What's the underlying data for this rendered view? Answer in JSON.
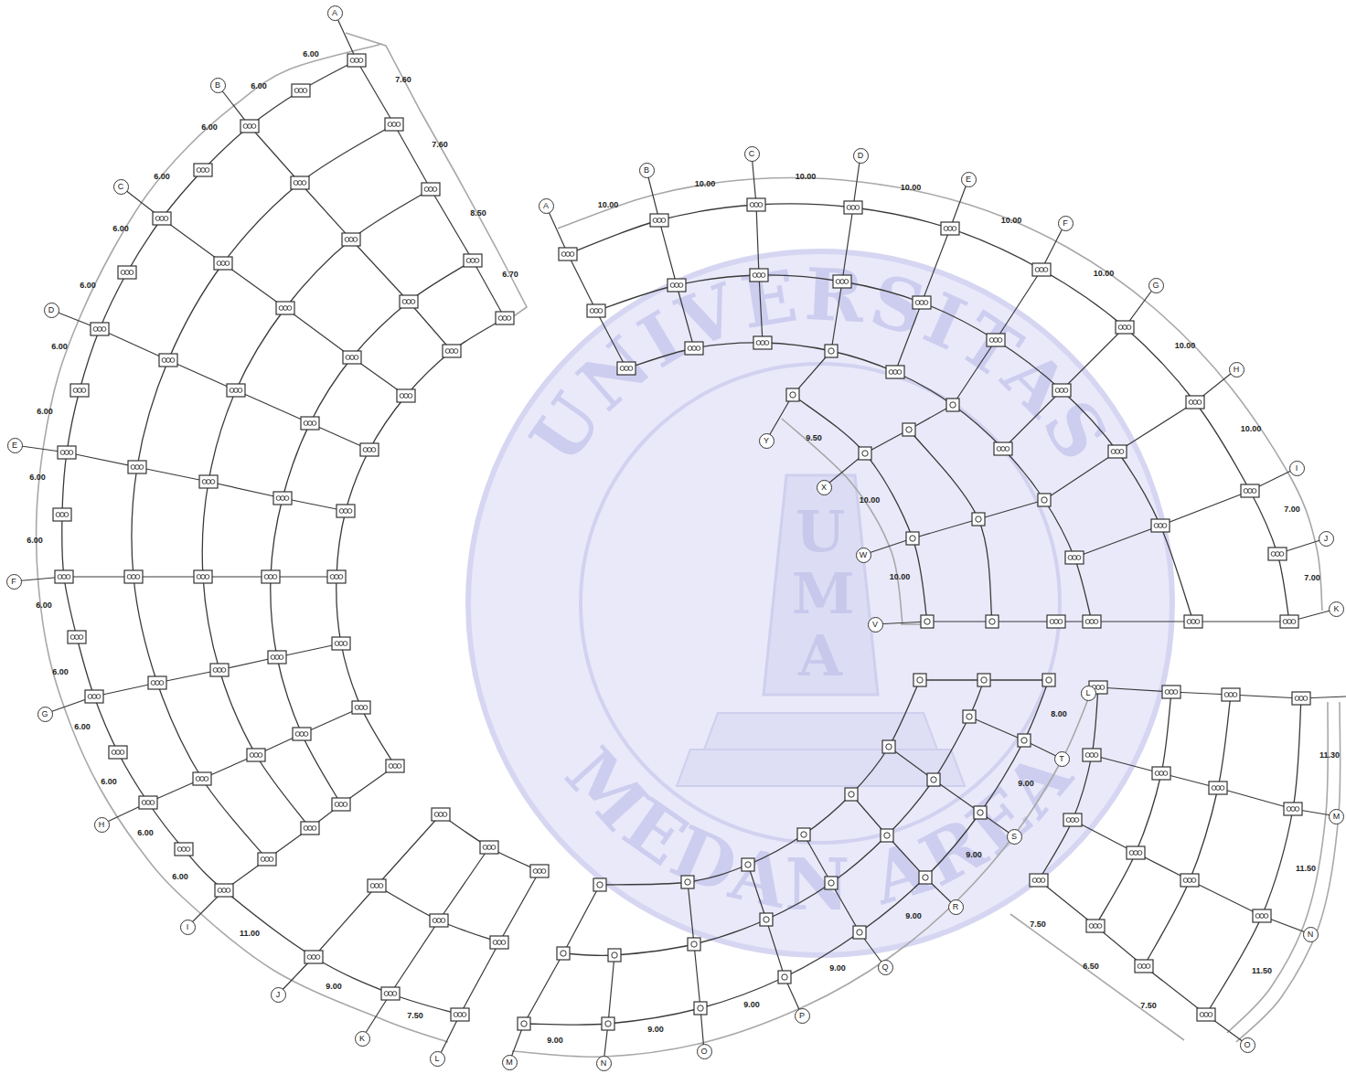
{
  "diagram": {
    "nodes": [
      {
        "text": [
          "A"
        ]
      },
      {
        "text": [
          "B"
        ]
      },
      {
        "text": [
          "C"
        ]
      },
      {
        "text": [
          "D"
        ]
      },
      {
        "text": [
          "E"
        ]
      },
      {
        "text": [
          "F"
        ]
      },
      {
        "text": [
          "G"
        ]
      },
      {
        "text": [
          "H"
        ]
      },
      {
        "text": [
          "I"
        ]
      },
      {
        "text": [
          "J"
        ]
      },
      {
        "text": [
          "K"
        ]
      },
      {
        "text": [
          "L"
        ]
      },
      {
        "text": [
          "A"
        ]
      },
      {
        "text": [
          "B"
        ]
      },
      {
        "text": [
          "C"
        ]
      },
      {
        "text": [
          "D"
        ]
      },
      {
        "text": [
          "E"
        ]
      },
      {
        "text": [
          "F"
        ]
      },
      {
        "text": [
          "G"
        ]
      },
      {
        "text": [
          "H"
        ]
      },
      {
        "text": [
          "I"
        ]
      },
      {
        "text": [
          "J"
        ]
      },
      {
        "text": [
          "K"
        ]
      },
      {
        "text": [
          "Y"
        ]
      },
      {
        "text": [
          "X"
        ]
      },
      {
        "text": [
          "W"
        ]
      },
      {
        "text": [
          "V"
        ]
      },
      {
        "text": [
          "M"
        ]
      },
      {
        "text": [
          "N"
        ]
      },
      {
        "text": [
          "O"
        ]
      },
      {
        "text": [
          "P"
        ]
      },
      {
        "text": [
          "Q"
        ]
      },
      {
        "text": [
          "R"
        ]
      },
      {
        "text": [
          "S"
        ]
      },
      {
        "text": [
          "T"
        ]
      },
      {
        "text": [
          "L"
        ]
      },
      {
        "text": [
          "M"
        ]
      },
      {
        "text": [
          "N"
        ]
      },
      {
        "text": [
          "O"
        ]
      }
    ],
    "labels": [
      "6.00",
      "6.00",
      "6.00",
      "6.00",
      "6.00",
      "6.00",
      "6.00",
      "6.00",
      "6.00",
      "6.00",
      "6.00",
      "6.00",
      "6.00",
      "6.00",
      "6.00",
      "6.00",
      "11.00",
      "9.00",
      "7.50",
      "7.60",
      "7.60",
      "8.50",
      "6.70",
      "10.00",
      "10.00",
      "10.00",
      "10.00",
      "10.00",
      "10.00",
      "10.00",
      "10.00",
      "7.00",
      "7.00",
      "9.50",
      "10.00",
      "10.00",
      "9.00",
      "9.00",
      "9.00",
      "9.00",
      "9.00",
      "9.00",
      "9.00",
      "8.00",
      "11.30",
      "11.50",
      "11.50",
      "7.50",
      "6.50",
      "7.50",
      "UNIVERSITAS",
      "MEDAN AREA",
      "UMA"
    ]
  }
}
